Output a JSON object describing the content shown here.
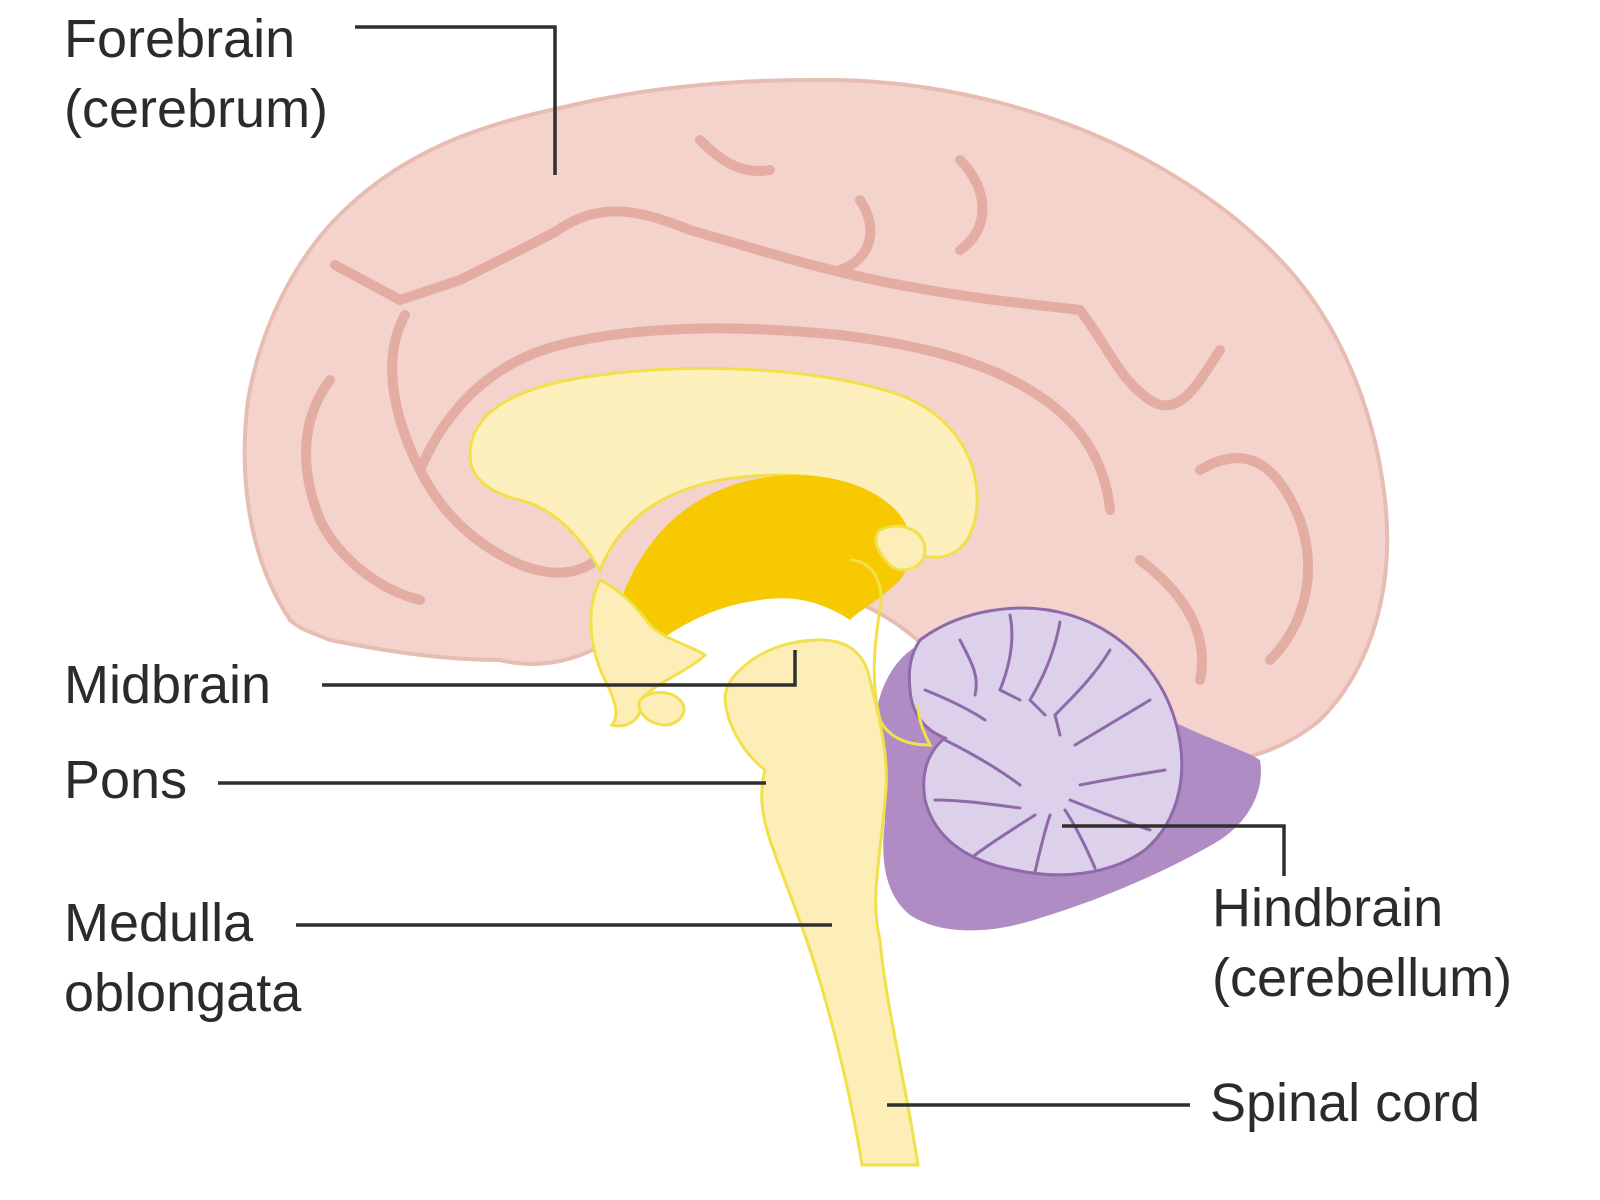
{
  "labels": {
    "forebrain": {
      "line1": "Forebrain",
      "line2": "(cerebrum)"
    },
    "midbrain": "Midbrain",
    "pons": "Pons",
    "medulla": {
      "line1": "Medulla",
      "line2": "oblongata"
    },
    "hindbrain": {
      "line1": "Hindbrain",
      "line2": "(cerebellum)"
    },
    "spinal_cord": "Spinal cord"
  },
  "colors": {
    "cerebrum": "#f4d3cc",
    "cerebrum_sulci": "#e3ada3",
    "midbrain": "#f6c900",
    "brainstem": "#fdeeb8",
    "brainstem_outline": "#f2e04a",
    "cerebellum_tissue": "#ddd0ea",
    "cerebellum_base": "#b08cc4",
    "cerebellum_folia": "#8e6aa8",
    "leader_lines": "#2f2f2f",
    "label_text": "#2b2b2b"
  }
}
